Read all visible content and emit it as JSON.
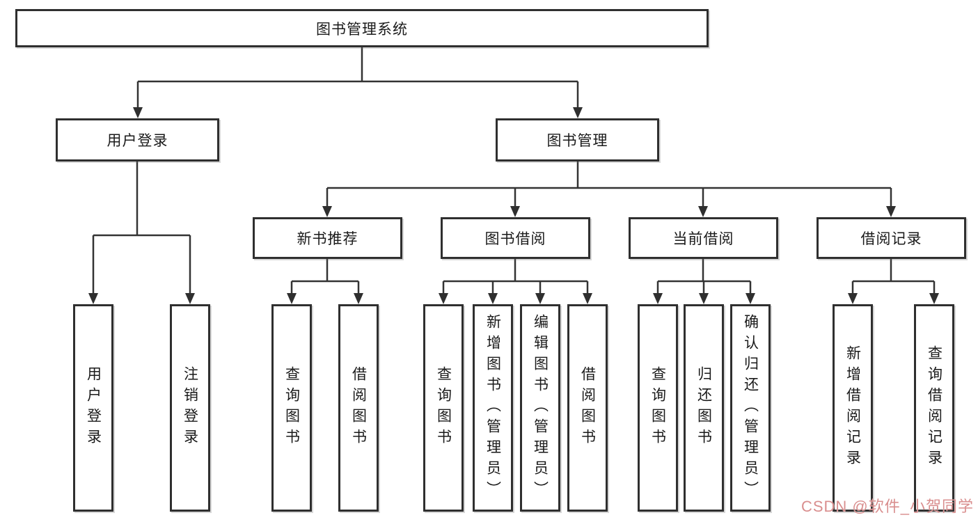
{
  "diagram": {
    "type": "hierarchy-tree",
    "tree": {
      "label": "图书管理系统",
      "children": [
        {
          "label": "用户登录",
          "children": [
            {
              "label": "用户登录"
            },
            {
              "label": "注销登录"
            }
          ]
        },
        {
          "label": "图书管理",
          "children": [
            {
              "label": "新书推荐",
              "children": [
                {
                  "label": "查询图书"
                },
                {
                  "label": "借阅图书"
                }
              ]
            },
            {
              "label": "图书借阅",
              "children": [
                {
                  "label": "查询图书"
                },
                {
                  "label": "新增图书（管理员）"
                },
                {
                  "label": "编辑图书（管理员）"
                },
                {
                  "label": "借阅图书"
                }
              ]
            },
            {
              "label": "当前借阅",
              "children": [
                {
                  "label": "查询图书"
                },
                {
                  "label": "归还图书"
                },
                {
                  "label": "确认归还（管理员）"
                }
              ]
            },
            {
              "label": "借阅记录",
              "children": [
                {
                  "label": "新增借阅记录"
                },
                {
                  "label": "查询借阅记录"
                }
              ]
            }
          ]
        }
      ]
    },
    "colors": {
      "box_border": "#2f2f2f",
      "connector_line": "#333333",
      "text": "#1a1a1a",
      "background": "#ffffff",
      "watermark": "#d98e8e"
    }
  },
  "watermark": {
    "text": "CSDN @软件_小贺同学"
  }
}
